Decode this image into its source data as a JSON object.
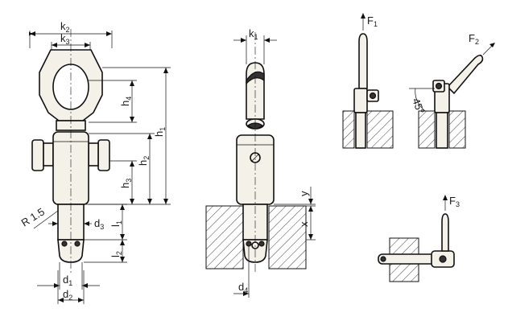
{
  "labels": {
    "k2": "k",
    "k2_sub": "2",
    "k3": "k",
    "k3_sub": "3",
    "k1": "k",
    "k1_sub": "1",
    "h1": "h",
    "h1_sub": "1",
    "h2": "h",
    "h2_sub": "2",
    "h3": "h",
    "h3_sub": "3",
    "h4": "h",
    "h4_sub": "4",
    "l1": "l",
    "l1_sub": "1",
    "l2": "l",
    "l2_sub": "2",
    "d1": "d",
    "d1_sub": "1",
    "d2": "d",
    "d2_sub": "2",
    "d3": "d",
    "d3_sub": "3",
    "d4": "d",
    "d4_sub": "4",
    "r": "R 1.5",
    "x": "x",
    "y": "y",
    "f1": "F",
    "f1_sub": "1",
    "f2": "F",
    "f2_sub": "2",
    "f3": "F",
    "f3_sub": "3",
    "angle": "45°"
  }
}
